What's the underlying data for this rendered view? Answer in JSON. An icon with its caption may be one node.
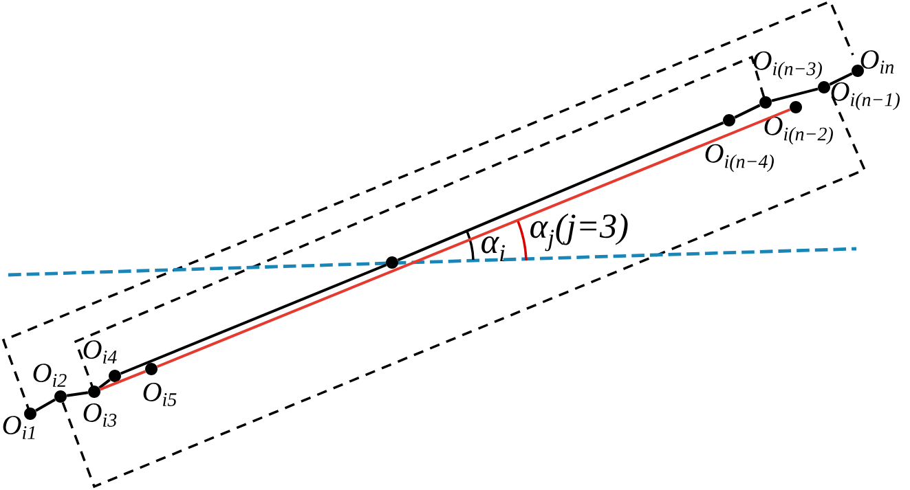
{
  "diagram": {
    "nodes": [
      {
        "text": [],
        "shape": "circle",
        "beside": [
          "O$_{i1}$"
        ]
      },
      {
        "text": [],
        "shape": "circle",
        "beside": [
          "O$_{i2}$"
        ]
      },
      {
        "text": [],
        "shape": "circle",
        "beside": [
          "O$_{i3}$"
        ]
      },
      {
        "text": [],
        "shape": "circle",
        "beside": [
          "O$_{i4}$"
        ]
      },
      {
        "text": [],
        "shape": "circle",
        "beside": [
          "O$_{i5}$"
        ]
      },
      {
        "text": [],
        "shape": "circle"
      },
      {
        "text": [],
        "shape": "circle",
        "beside": [
          "O$_{i(n−4)}$"
        ]
      },
      {
        "text": [],
        "shape": "circle",
        "beside": [
          "O$_{i(n−3)}$"
        ]
      },
      {
        "text": [],
        "shape": "circle",
        "beside": [
          "O$_{i(n−2)}$"
        ]
      },
      {
        "text": [],
        "shape": "circle",
        "beside": [
          "O$_{i(n−1)}$"
        ]
      },
      {
        "text": [],
        "shape": "circle",
        "beside": [
          "O$_{in}$"
        ]
      }
    ],
    "edges": [
      {
        "from": 0,
        "to": 1,
        "arrow": "none"
      },
      {
        "from": 1,
        "to": 2,
        "arrow": "none"
      },
      {
        "from": 2,
        "to": 3,
        "arrow": "none"
      },
      {
        "from": 3,
        "to": 5,
        "arrow": "none"
      },
      {
        "from": 5,
        "to": 6,
        "arrow": "none"
      },
      {
        "from": 6,
        "to": 7,
        "arrow": "none"
      },
      {
        "from": 7,
        "to": 9,
        "arrow": "none"
      },
      {
        "from": 9,
        "to": 10,
        "arrow": "none"
      },
      {
        "from": 2,
        "to": 4,
        "arrow": "none",
        "color": "#e43a2f"
      },
      {
        "from": 4,
        "to": 8,
        "arrow": "none",
        "color": "#e43a2f"
      }
    ],
    "labels": [
      "α$_{i}$",
      "α$_{j}$(j=3)"
    ]
  }
}
